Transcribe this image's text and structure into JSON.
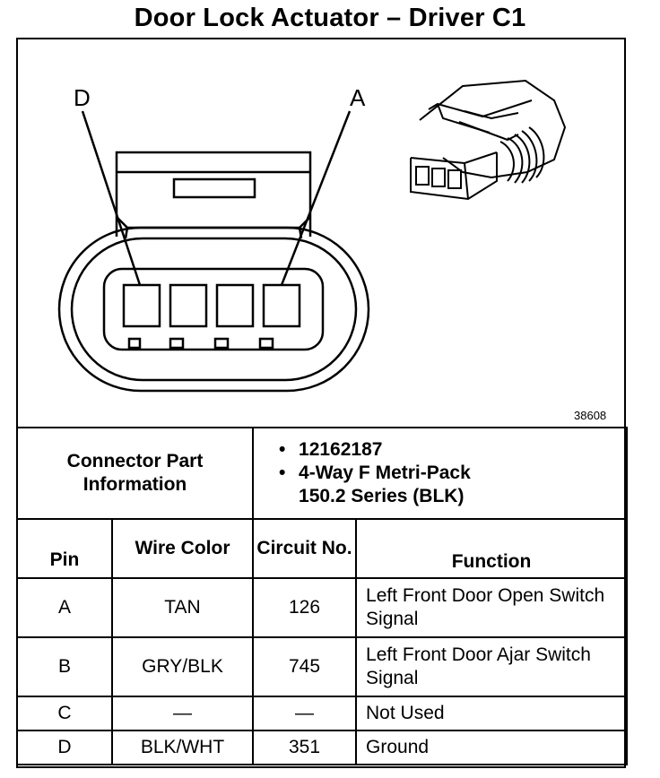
{
  "title": "Door Lock Actuator – Driver C1",
  "diagram": {
    "label_left": "D",
    "label_right": "A",
    "figure_number": "38608"
  },
  "connector_info": {
    "label": "Connector Part Information",
    "part_number": "12162187",
    "description_line1": "4-Way F Metri-Pack",
    "description_line2": "150.2 Series (BLK)",
    "bullet": "•"
  },
  "table": {
    "headers": {
      "pin": "Pin",
      "wire_color": "Wire Color",
      "circuit_no": "Circuit No.",
      "function": "Function"
    },
    "rows": [
      {
        "pin": "A",
        "wire_color": "TAN",
        "circuit": "126",
        "function": "Left Front Door Open Switch Signal"
      },
      {
        "pin": "B",
        "wire_color": "GRY/BLK",
        "circuit": "745",
        "function": "Left Front Door Ajar Switch Signal"
      },
      {
        "pin": "C",
        "wire_color": "—",
        "circuit": "—",
        "function": "Not Used"
      },
      {
        "pin": "D",
        "wire_color": "BLK/WHT",
        "circuit": "351",
        "function": "Ground"
      }
    ]
  }
}
